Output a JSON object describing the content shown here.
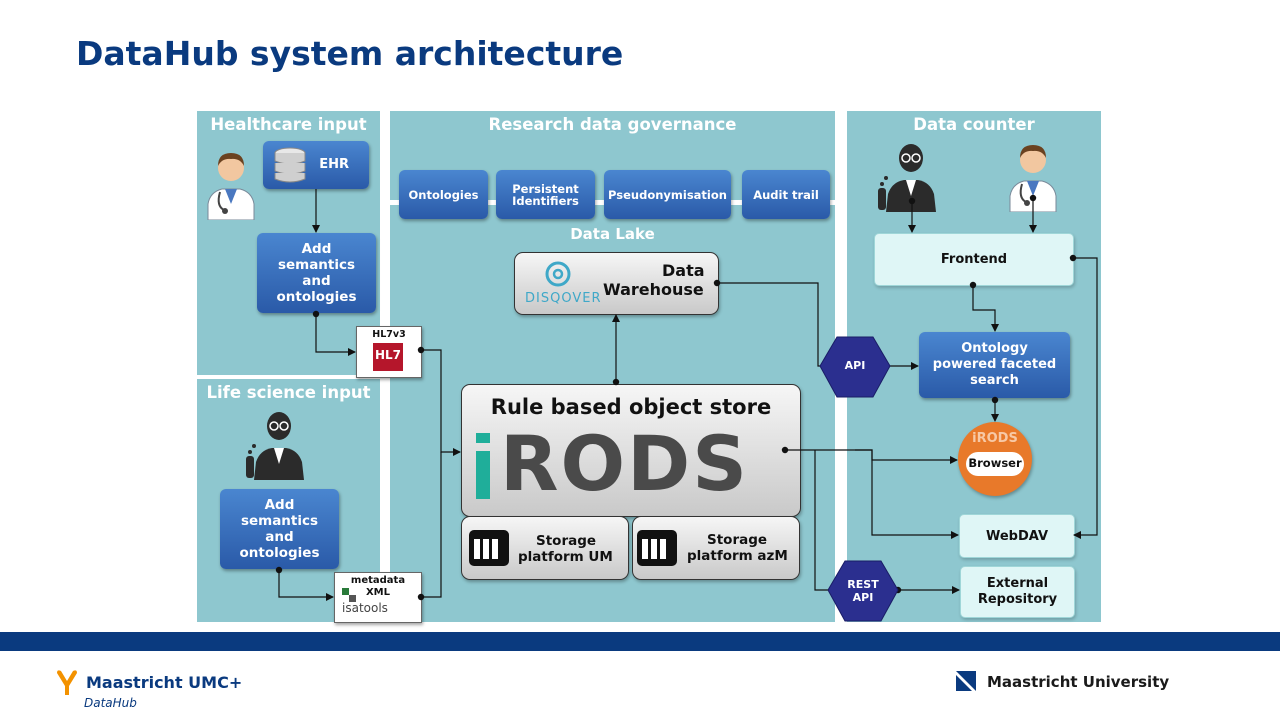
{
  "slide": {
    "title": "DataHub system architecture"
  },
  "panels": {
    "healthcare": "Healthcare input",
    "governance": "Research data governance",
    "life_science": "Life science input",
    "data_counter": "Data counter",
    "data_lake": "Data Lake"
  },
  "boxes": {
    "ehr": "EHR",
    "add_semantics_1": [
      "Add",
      "semantics",
      "and",
      "ontologies"
    ],
    "add_semantics_2": [
      "Add",
      "semantics",
      "and",
      "ontologies"
    ],
    "ontologies": "Ontologies",
    "persistent_identifiers": [
      "Persistent",
      "Identifiers"
    ],
    "pseudonymisation": "Pseudonymisation",
    "audit_trail": "Audit trail",
    "data_warehouse": [
      "Data",
      "Warehouse"
    ],
    "disqover": "DISQOVER",
    "rule_store": "Rule based object store",
    "irods_logo": "RODS",
    "storage_um": [
      "Storage",
      "platform UM"
    ],
    "storage_azm": [
      "Storage",
      "platform azM"
    ],
    "frontend": "Frontend",
    "faceted_search": [
      "Ontology",
      "powered faceted",
      "search"
    ],
    "browser_logo": "iRODS",
    "browser": "Browser",
    "webdav": "WebDAV",
    "external_repo": [
      "External",
      "Repository"
    ],
    "api": "API",
    "rest_api": [
      "REST",
      "API"
    ]
  },
  "docs": {
    "hl7_title": "HL7v3",
    "hl7_logo": "HL7",
    "metadata_title": [
      "metadata",
      "XML"
    ],
    "isatools": "isatools"
  },
  "footer": {
    "umc_name": "Maastricht UMC+",
    "umc_sub": "DataHub",
    "um_name": "Maastricht University"
  },
  "colors": {
    "title": "#0a3a7f",
    "panel": "#8ec7cf",
    "blue_box": "#3a6fbf",
    "hexagon": "#2b2f8f",
    "footer_bar": "#0a3a7f",
    "irods_teal": "#1fae9a",
    "browser_orange": "#e8792a"
  }
}
